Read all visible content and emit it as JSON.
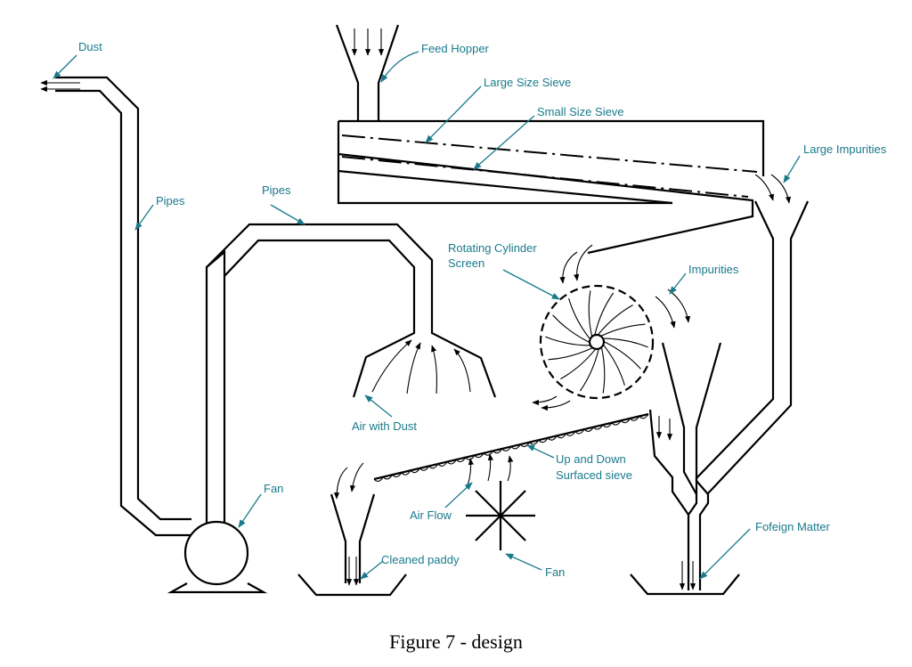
{
  "labels": {
    "dust": "Dust",
    "pipes_left": "Pipes",
    "pipes_mid": "Pipes",
    "feed_hopper": "Feed Hopper",
    "large_size_sieve": "Large Size Sieve",
    "small_size_sieve": "Small Size Sieve",
    "large_impurities": "Large Impurities",
    "rotating_cylinder_1": "Rotating Cylinder",
    "rotating_cylinder_2": "Screen",
    "impurities": "Impurities",
    "air_with_dust": "Air with Dust",
    "up_down_1": "Up and Down",
    "up_down_2": "Surfaced sieve",
    "fan_left": "Fan",
    "air_flow": "Air Flow",
    "cleaned_paddy": "Cleaned paddy",
    "fan_bottom": "Fan",
    "foreign_matter": "Fofeign Matter"
  },
  "caption": "Figure 7 - design",
  "colors": {
    "label": "#1a7a8c",
    "line": "#000000"
  }
}
